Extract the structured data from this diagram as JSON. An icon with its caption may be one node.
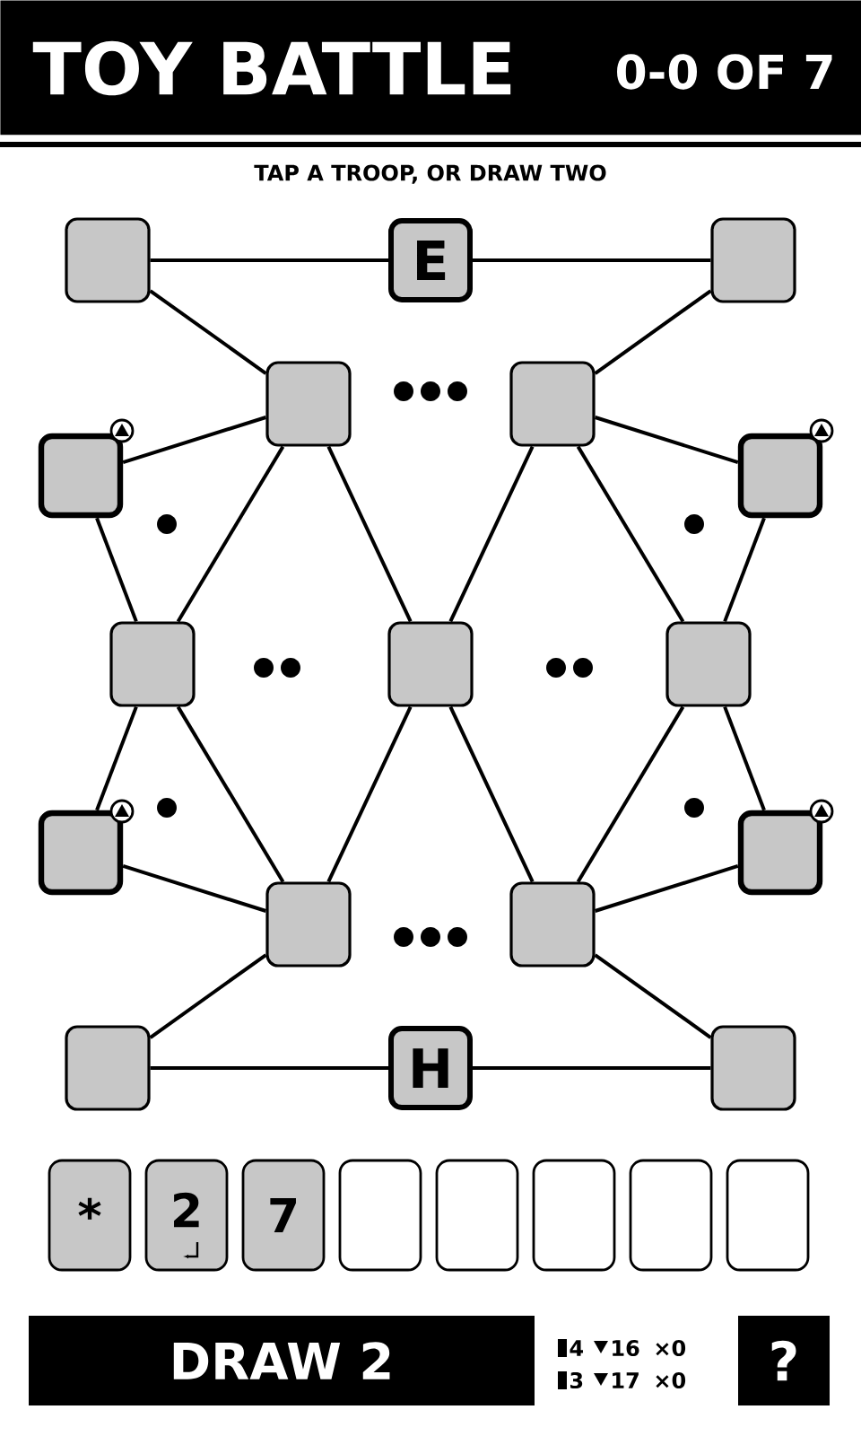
{
  "diagram": {
    "title": "TOY BATTLE",
    "nodes": [
      {
        "text": [
          "0-0 OF 7"
        ]
      },
      {
        "text": [],
        "shape": "box"
      },
      {
        "text": [
          "E"
        ]
      },
      {
        "text": [],
        "shape": "box"
      },
      {
        "text": [],
        "shape": "box"
      },
      {
        "text": [],
        "shape": "box"
      },
      {
        "text": [],
        "shape": "box"
      },
      {
        "text": [],
        "shape": "box"
      },
      {
        "text": [],
        "shape": "box"
      },
      {
        "text": [],
        "shape": "box"
      },
      {
        "text": [],
        "shape": "box"
      },
      {
        "text": [],
        "shape": "box"
      },
      {
        "text": [],
        "shape": "box"
      },
      {
        "text": [],
        "shape": "box"
      },
      {
        "text": [],
        "shape": "box"
      },
      {
        "text": [],
        "shape": "box"
      },
      {
        "text": [
          "H"
        ]
      },
      {
        "text": [],
        "shape": "box"
      },
      {
        "text": [
          "*"
        ]
      },
      {
        "text": [
          "2"
        ]
      },
      {
        "text": [
          "7"
        ]
      },
      {
        "text": [],
        "shape": "box"
      },
      {
        "text": [],
        "shape": "box"
      },
      {
        "text": [],
        "shape": "box"
      },
      {
        "text": [],
        "shape": "box"
      },
      {
        "text": [],
        "shape": "box"
      },
      {
        "text": [
          "DRAW 2"
        ]
      },
      {
        "text": [
          "?"
        ]
      }
    ],
    "edges": [
      {
        "from": 1,
        "to": 2,
        "arrow": "none"
      },
      {
        "from": 2,
        "to": 3,
        "arrow": "none"
      },
      {
        "from": 1,
        "to": 4,
        "arrow": "none"
      },
      {
        "from": 3,
        "to": 5,
        "arrow": "none"
      },
      {
        "from": 4,
        "to": 6,
        "arrow": "none"
      },
      {
        "from": 5,
        "to": 7,
        "arrow": "none"
      },
      {
        "from": 4,
        "to": 8,
        "arrow": "none"
      },
      {
        "from": 4,
        "to": 9,
        "arrow": "none"
      },
      {
        "from": 5,
        "to": 9,
        "arrow": "none"
      },
      {
        "from": 5,
        "to": 10,
        "arrow": "none"
      },
      {
        "from": 6,
        "to": 8,
        "arrow": "none"
      },
      {
        "from": 7,
        "to": 10,
        "arrow": "none"
      },
      {
        "from": 8,
        "to": 11,
        "arrow": "none"
      },
      {
        "from": 8,
        "to": 13,
        "arrow": "none"
      },
      {
        "from": 9,
        "to": 13,
        "arrow": "none"
      },
      {
        "from": 9,
        "to": 14,
        "arrow": "none"
      },
      {
        "from": 10,
        "to": 14,
        "arrow": "none"
      },
      {
        "from": 10,
        "to": 12,
        "arrow": "none"
      },
      {
        "from": 11,
        "to": 13,
        "arrow": "none"
      },
      {
        "from": 12,
        "to": 14,
        "arrow": "none"
      },
      {
        "from": 13,
        "to": 15,
        "arrow": "none"
      },
      {
        "from": 14,
        "to": 17,
        "arrow": "none"
      },
      {
        "from": 15,
        "to": 16,
        "arrow": "none"
      },
      {
        "from": 16,
        "to": 17,
        "arrow": "none"
      }
    ],
    "labels": [
      "TAP A TROOP, OR DRAW TWO",
      "4",
      "16",
      "×0",
      "3",
      "17",
      "×0"
    ]
  }
}
